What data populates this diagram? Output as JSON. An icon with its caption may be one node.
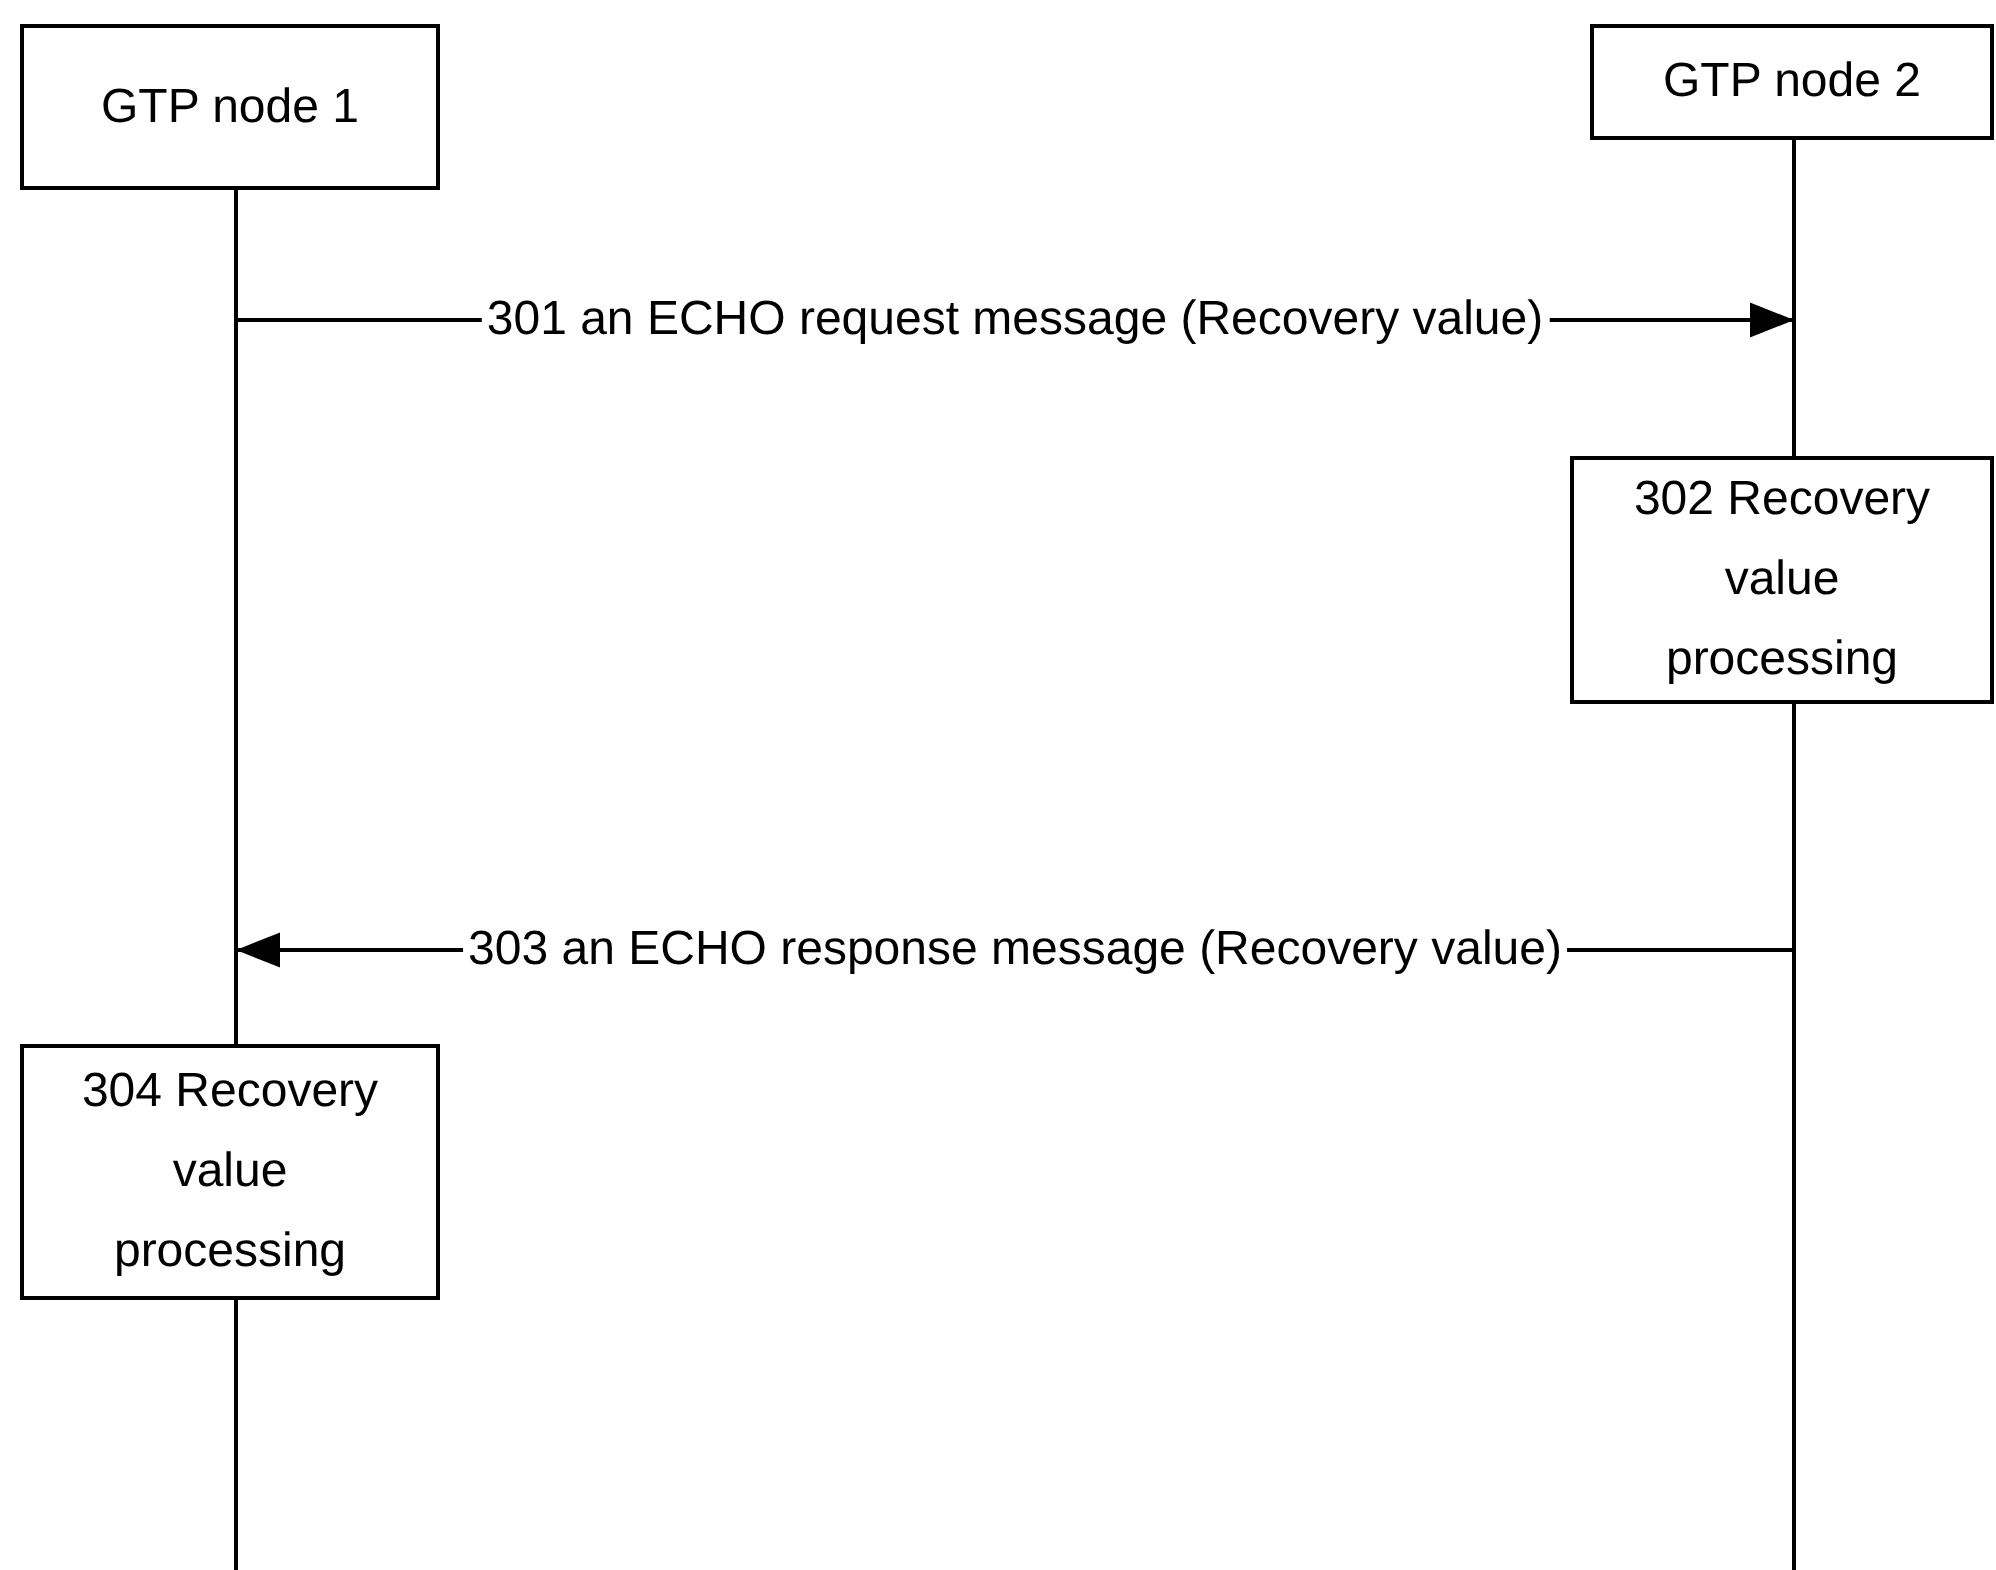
{
  "diagram": {
    "nodes": [
      {
        "text": [
          "GTP node 1"
        ]
      },
      {
        "text": [
          "GTP node 2"
        ]
      },
      {
        "text": [
          "302 Recovery value processing"
        ]
      },
      {
        "text": [
          "304 Recovery value processing"
        ]
      },
      {
        "text": [],
        "shape": "line"
      },
      {
        "text": [],
        "shape": "line"
      }
    ],
    "edges": [
      {
        "from": 4,
        "to": 5,
        "arrow": "to",
        "label": "301 an ECHO request message (Recovery value)"
      },
      {
        "from": 5,
        "to": 4,
        "arrow": "to",
        "label": "303 an ECHO response message (Recovery value)"
      }
    ]
  }
}
